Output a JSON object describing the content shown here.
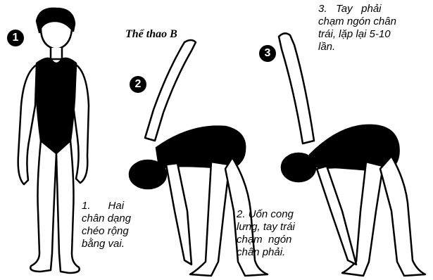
{
  "title": "Thể thao B",
  "steps": [
    {
      "number": "1",
      "caption_lines": [
        "1.      Hai",
        "chân dạng",
        "chéo rộng",
        "bằng vai."
      ]
    },
    {
      "number": "2",
      "caption_lines": [
        "2. Uốn cong",
        "lưng, tay trái",
        "chạm  ngón",
        "chân phải."
      ]
    },
    {
      "number": "3",
      "caption_lines": [
        "3.   Tay   phải",
        "chạm ngón chân",
        "trái, lặp lại 5-10",
        "lần."
      ]
    }
  ]
}
